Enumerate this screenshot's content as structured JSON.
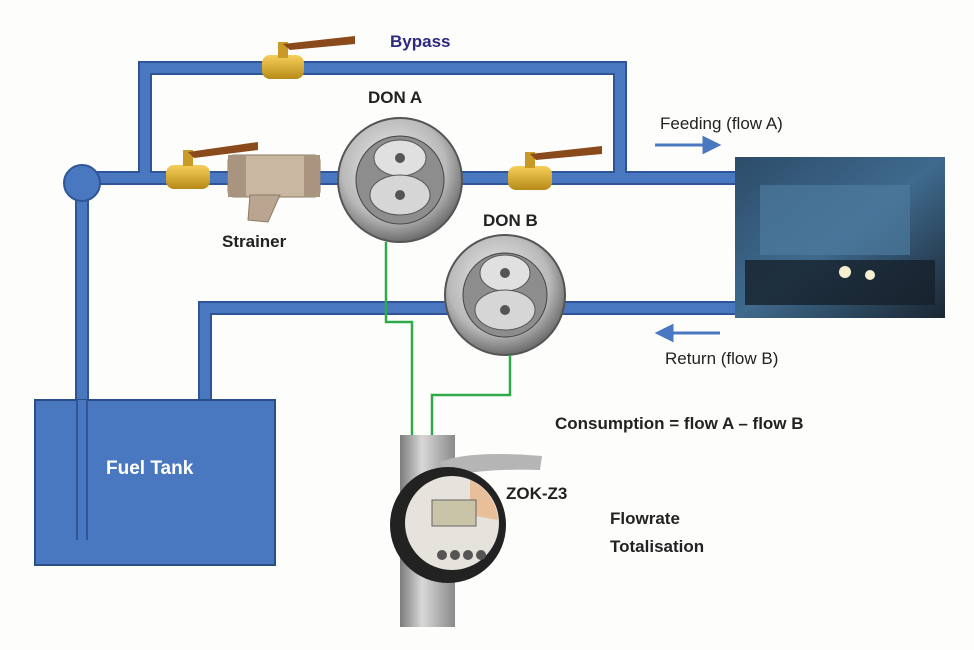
{
  "labels": {
    "bypass": "Bypass",
    "don_a": "DON A",
    "don_b": "DON B",
    "strainer": "Strainer",
    "feeding": "Feeding (flow A)",
    "return": "Return (flow B)",
    "consumption": "Consumption = flow A – flow B",
    "fuel_tank": "Fuel Tank",
    "meter": "ZOK-Z3",
    "flowrate": "Flowrate",
    "totalisation": "Totalisation"
  },
  "colors": {
    "pipe": "#4a78c0",
    "pipe_edge": "#2f5597",
    "tank": "#4a78c0",
    "signal_wire": "#2eaa4a",
    "bypass_text": "#2b2b80",
    "arrow": "#4a78c0"
  }
}
